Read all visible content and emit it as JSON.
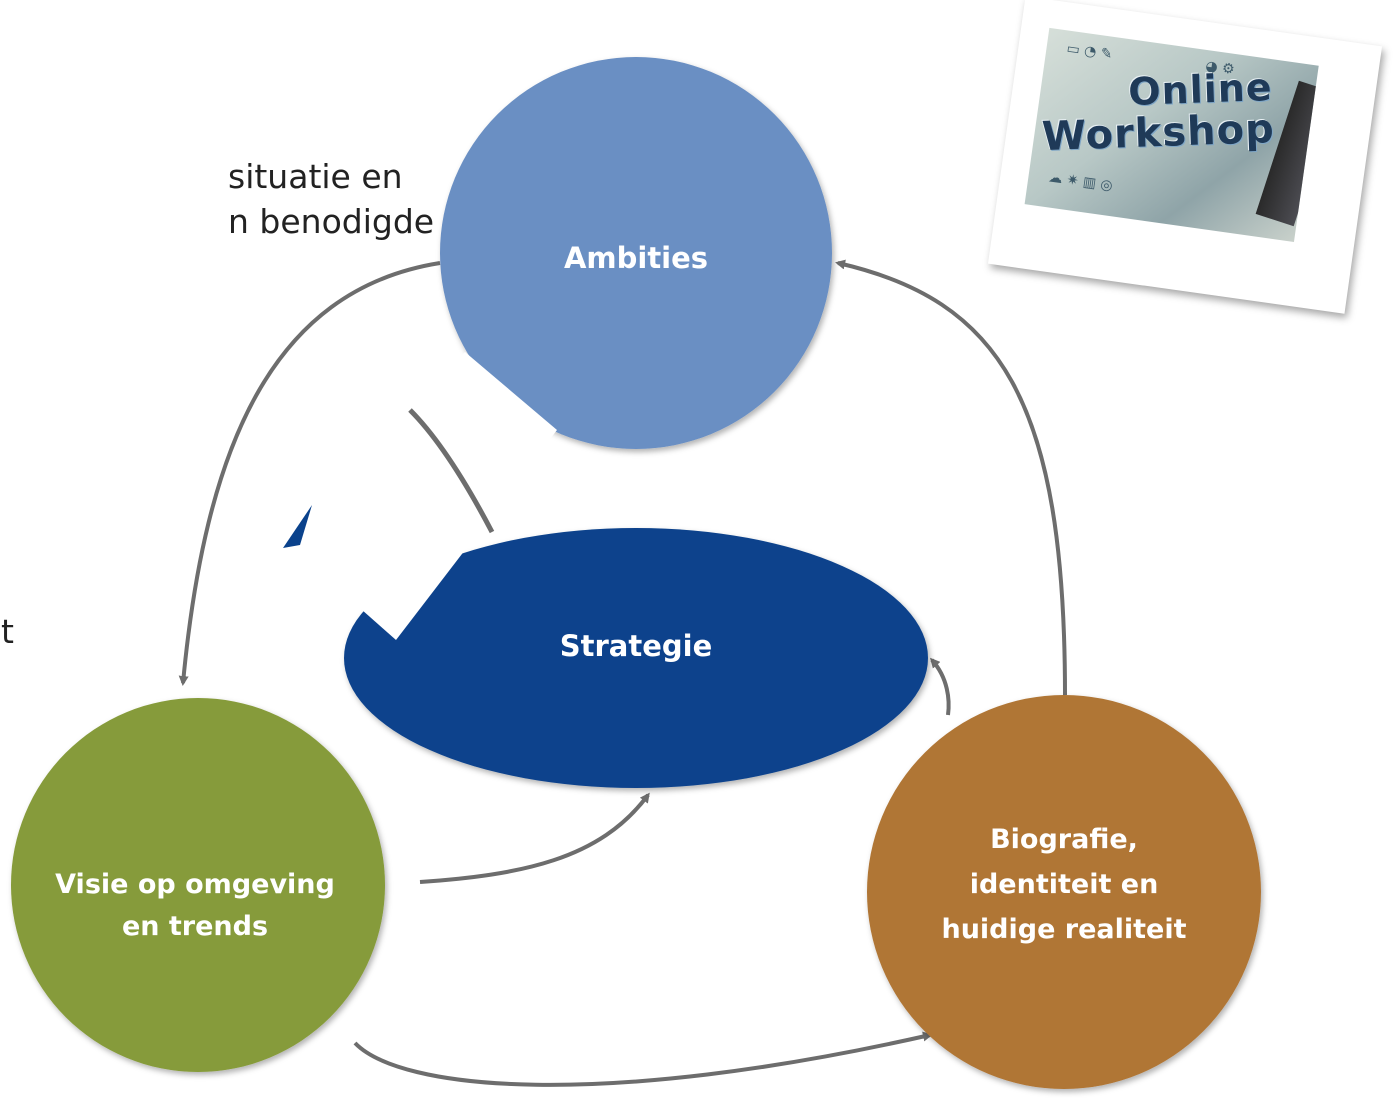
{
  "background_text": {
    "line1": "situatie en",
    "line2": "n benodigde",
    "line3": "t"
  },
  "nodes": {
    "ambities": {
      "label": "Ambities",
      "color": "#6a8fc3"
    },
    "strategie": {
      "label": "Strategie",
      "color": "#0a428c"
    },
    "visie": {
      "label_line1": "Visie op omgeving",
      "label_line2": "en trends",
      "color": "#869b3a"
    },
    "biografie": {
      "label_line1": "Biografie,",
      "label_line2": "identiteit en",
      "label_line3": "huidige realiteit",
      "color": "#b07636"
    }
  },
  "arrow_color": "#6d6d6d",
  "photo": {
    "word1": "Online",
    "word2": "Workshop"
  }
}
